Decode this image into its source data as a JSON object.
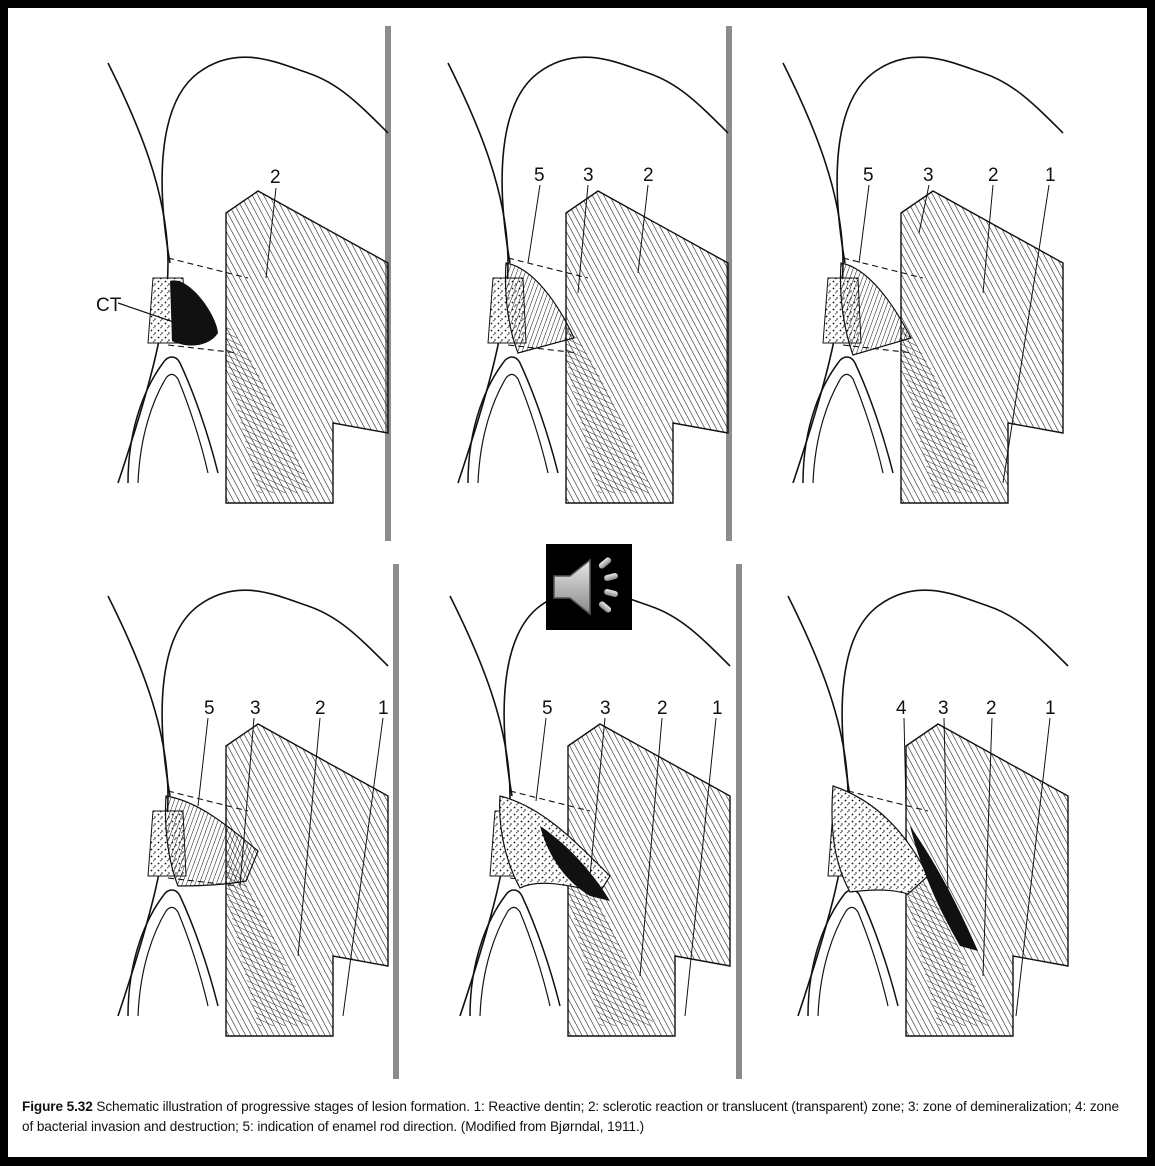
{
  "panels": [
    {
      "id": "p1",
      "labels": [
        {
          "text": "2"
        },
        {
          "text": "CT"
        }
      ]
    },
    {
      "id": "p2",
      "labels": [
        {
          "text": "5"
        },
        {
          "text": "3"
        },
        {
          "text": "2"
        }
      ]
    },
    {
      "id": "p3",
      "labels": [
        {
          "text": "5"
        },
        {
          "text": "3"
        },
        {
          "text": "2"
        },
        {
          "text": "1"
        }
      ]
    },
    {
      "id": "p4",
      "labels": [
        {
          "text": "5"
        },
        {
          "text": "3"
        },
        {
          "text": "2"
        },
        {
          "text": "1"
        }
      ]
    },
    {
      "id": "p5",
      "labels": [
        {
          "text": "5"
        },
        {
          "text": "3"
        },
        {
          "text": "2"
        },
        {
          "text": "1"
        }
      ]
    },
    {
      "id": "p6",
      "labels": [
        {
          "text": "4"
        },
        {
          "text": "3"
        },
        {
          "text": "2"
        },
        {
          "text": "1"
        }
      ]
    }
  ],
  "caption": {
    "figure_label": "Figure 5.32",
    "text": "Schematic illustration of progressive stages of lesion formation. 1: Reactive dentin; 2: sclerotic reaction or translucent (transparent) zone; 3: zone of demineralization; 4: zone of bacterial invasion and destruction; 5: indication of enamel rod direction. (Modified from Bjørndal, 1911.)"
  },
  "audio_button": {
    "icon": "speaker-icon"
  }
}
